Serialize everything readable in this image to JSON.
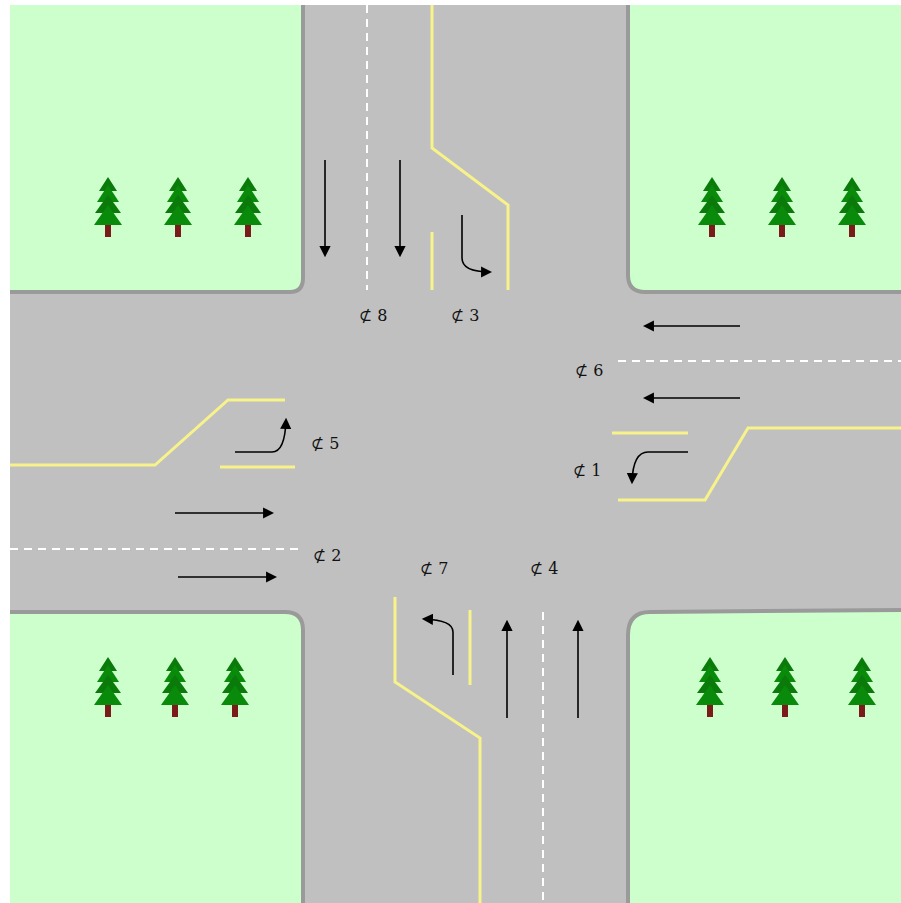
{
  "diagram": {
    "labels": [
      "⊄ 8",
      "⊄ 3",
      "⊄ 6",
      "⊄ 5",
      "⊄ 1",
      "⊄ 2",
      "⊄ 7",
      "⊄ 4"
    ]
  }
}
